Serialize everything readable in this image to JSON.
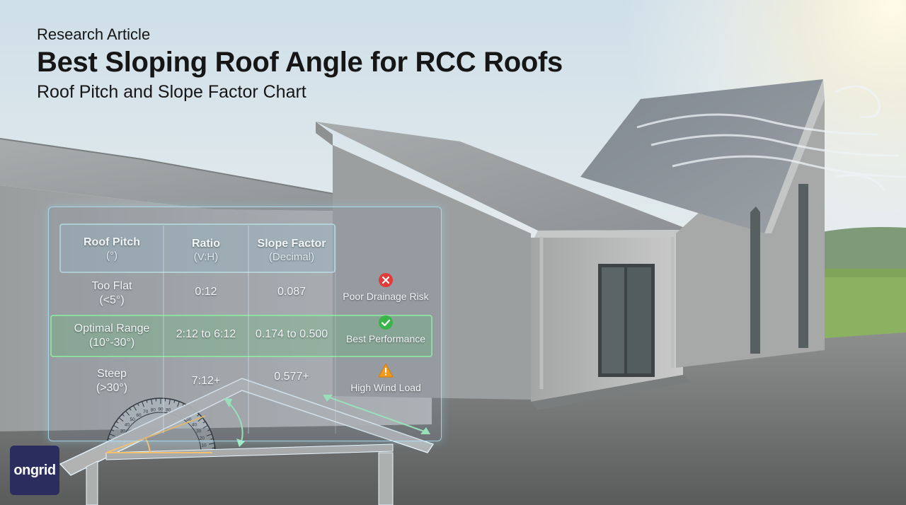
{
  "article": {
    "kicker": "Research Article",
    "title": "Best Sloping Roof Angle for RCC Roofs",
    "subtitle": "Roof Pitch and Slope Factor Chart"
  },
  "table": {
    "headers": [
      {
        "main": "Roof Pitch",
        "sub": "(°)"
      },
      {
        "main": "Ratio",
        "sub": "(V:H)"
      },
      {
        "main": "Slope Factor",
        "sub": "(Decimal)"
      }
    ],
    "rows": [
      {
        "pitch": "Too Flat",
        "pitch_sub": "(<5°)",
        "ratio": "0:12",
        "factor": "0.087",
        "note": "Poor Drainage Risk",
        "note_icon": "x-circle-icon"
      },
      {
        "pitch": "Optimal Range",
        "pitch_sub": "(10°-30°)",
        "ratio": "2:12 to 6:12",
        "factor": "0.174 to 0.500",
        "note": "Best Performance",
        "note_icon": "check-circle-icon"
      },
      {
        "pitch": "Steep",
        "pitch_sub": "(>30°)",
        "ratio": "7:12+",
        "factor": "0.577+",
        "note": "High Wind Load",
        "note_icon": "warning-triangle-icon"
      }
    ]
  },
  "protractor": {
    "ticks": [
      "10",
      "20",
      "30",
      "40",
      "50",
      "60",
      "70",
      "80",
      "90",
      "80",
      "70",
      "60",
      "50",
      "40",
      "30",
      "20",
      "10"
    ]
  },
  "brand": {
    "logo": "ongrid"
  },
  "colors": {
    "danger": "#e23b3b",
    "success": "#3bb54a",
    "warning": "#f29a1b",
    "logo_bg": "#2b2d5e",
    "panel_glow": "#b4ebff",
    "highlight_row": "#8cf0a0"
  }
}
